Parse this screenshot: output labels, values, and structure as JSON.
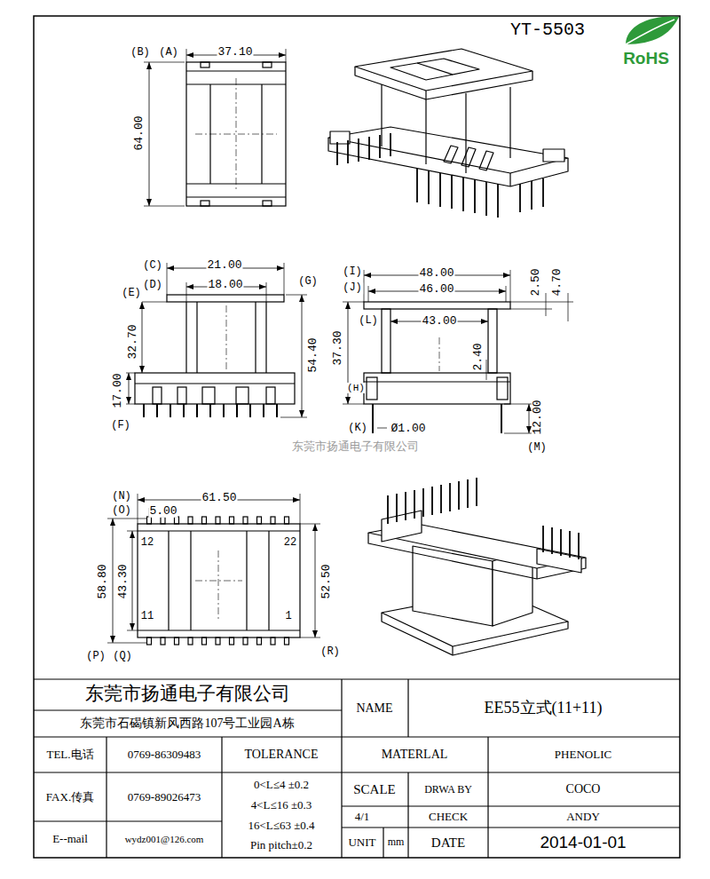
{
  "diagram": {
    "labels": [
      "YT-5503",
      "RoHS",
      "(B)",
      "(A)",
      "37.10",
      "64.00",
      "(C)",
      "21.00",
      "(D)",
      "18.00",
      "(E)",
      "(G)",
      "32.70",
      "54.40",
      "17.00",
      "(F)",
      "(I)",
      "48.00",
      "(J)",
      "46.00",
      "2.50",
      "4.70",
      "(L)",
      "43.00",
      "37.30",
      "2.40",
      "(H)",
      "(K)",
      "Ø1.00",
      "12.00",
      "(M)",
      "东莞市扬通电子有限公司",
      "(N)",
      "61.50",
      "(O)",
      "5.00",
      "12",
      "22",
      "58.80",
      "43.30",
      "52.50",
      "11",
      "1",
      "(P)",
      "(Q)",
      "(R)",
      "东莞市扬通电子有限公司",
      "东莞市石碣镇新风西路107号工业园A栋",
      "NAME",
      "EE55立式(11+11)",
      "TEL.电话",
      "0769-86309483",
      "TOLERANCE",
      "MATERLAL",
      "PHENOLIC",
      "FAX.传真",
      "0769-89026473",
      "0<L≤4 ±0.2",
      "4<L≤16 ±0.3",
      "16<L≤63 ±0.4",
      "Pin pitch±0.2",
      "SCALE",
      "DRWA BY",
      "COCO",
      "4/1",
      "CHECK",
      "ANDY",
      "E--mail",
      "wydz001@126.com",
      "UNIT",
      "mm",
      "DATE",
      "2014-01-01"
    ]
  }
}
